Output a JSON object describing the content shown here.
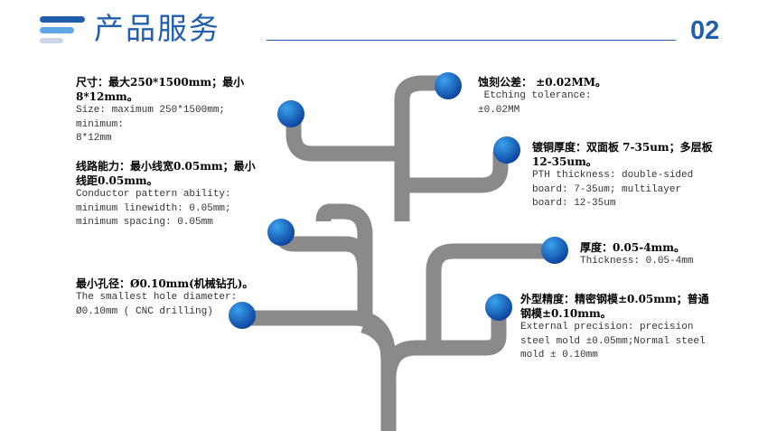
{
  "header": {
    "title": "产品服务",
    "page_number": "02"
  },
  "items": [
    {
      "zh": "尺寸：最大250*1500mm；最小8*12mm。",
      "en": "Size: maximum 250*1500mm; minimum:\n8*12mm"
    },
    {
      "zh": "线路能力：最小线宽0.05mm；最小\n线距0.05mm。",
      "en": "Conductor pattern ability:\nminimum linewidth: 0.05mm;\nminimum spacing: 0.05mm"
    },
    {
      "zh": "最小孔径：Ø0.10mm(机械钻孔)。",
      "en": "The smallest hole diameter:\nØ0.10mm ( CNC drilling)"
    },
    {
      "zh": "蚀刻公差： ±0.02MM。",
      "en": " Etching tolerance:\n±0.02MM"
    },
    {
      "zh": "镀铜厚度：双面板 7-35um；多层板\n12-35um。",
      "en": "PTH thickness: double-sided\nboard: 7-35um; multilayer\nboard: 12-35um"
    },
    {
      "zh": "厚度：0.05-4mm。",
      "en": "Thickness: 0.05-4mm"
    },
    {
      "zh": "外型精度：精密钢模±0.05mm；普通\n钢模±0.10mm。",
      "en": "External precision: precision\nsteel mold ±0.05mm;Normal steel\nmold ± 0.10mm"
    }
  ],
  "colors": {
    "accent": "#1f5fae",
    "branch": "#8a8a8a",
    "node_light": "#2f8ee0",
    "node_dark": "#0b3f9c"
  }
}
